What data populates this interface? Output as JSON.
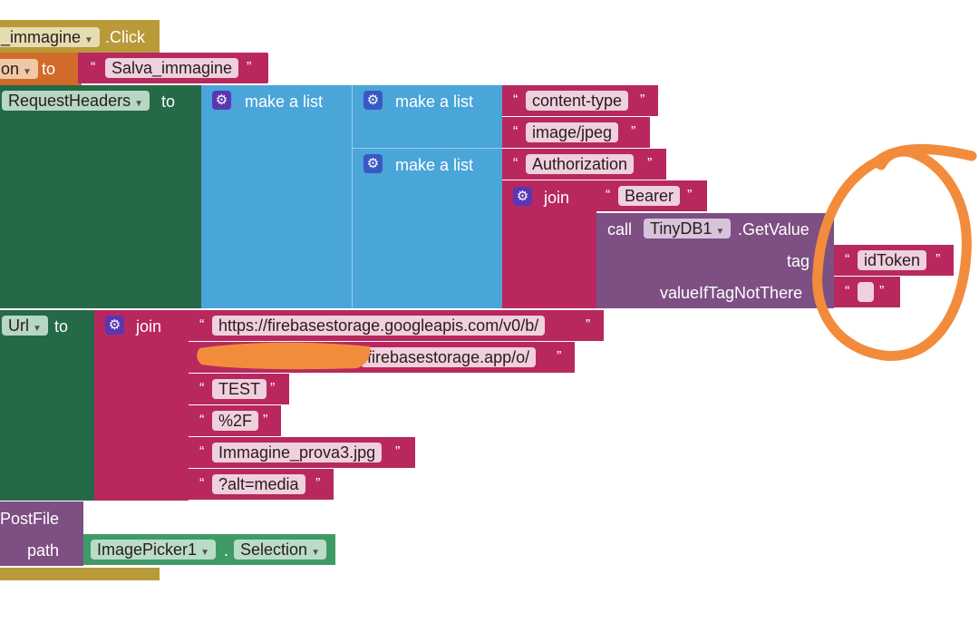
{
  "event": {
    "component": "_immagine",
    "event_name": ".Click"
  },
  "set_var": {
    "prop": "on",
    "to": "to",
    "value": "Salva_immagine"
  },
  "headers": {
    "prop": "RequestHeaders",
    "to": "to",
    "make_list": "make a list",
    "content_type": "content-type",
    "image_jpeg": "image/jpeg",
    "authorization": "Authorization",
    "join": "join",
    "bearer": "Bearer",
    "call": "call",
    "tinydb": "TinyDB1",
    "get_value": ".GetValue",
    "tag_label": "tag",
    "tag_value": "idToken",
    "value_if_label": "valueIfTagNotThere",
    "value_if_value": ""
  },
  "url": {
    "prop": "Url",
    "to": "to",
    "join": "join",
    "parts": [
      "https://firebasestorage.googleapis.com/v0/b/",
      "firebasestorage.app/o/",
      "TEST",
      "%2F",
      "Immagine_prova3.jpg",
      "?alt=media"
    ]
  },
  "postfile": {
    "name": "PostFile",
    "path_label": "path",
    "picker": "ImagePicker1",
    "dot": ".",
    "selection": "Selection"
  },
  "quote_open": "“",
  "quote_close": "”",
  "icons": {
    "mutator": "gear-icon",
    "dropdown": "chevron-down-icon"
  },
  "colors": {
    "event": "#b99a38",
    "setter": "#256947",
    "list": "#4aa5d8",
    "text": "#b8285e",
    "procedure": "#7d4f83",
    "component": "#3f9a67",
    "annotation": "#f28c3c"
  }
}
